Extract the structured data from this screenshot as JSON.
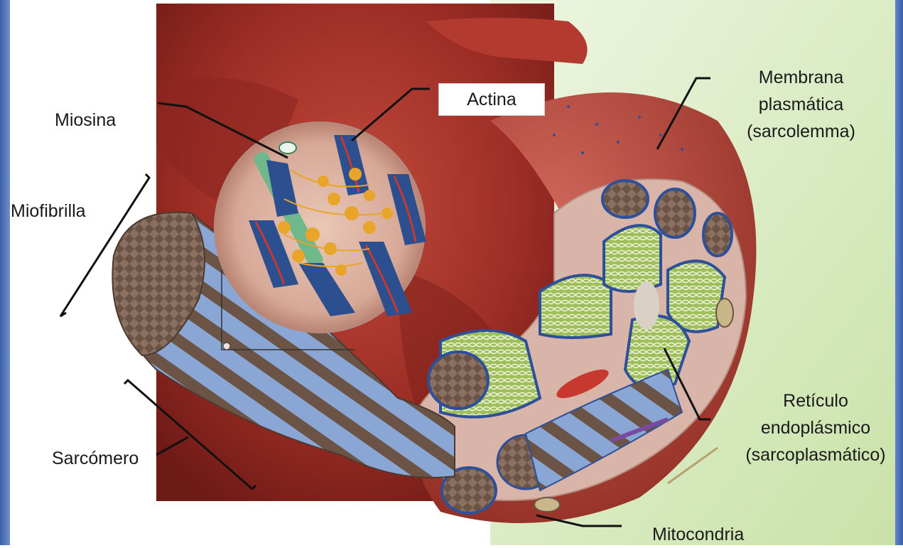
{
  "labels": {
    "miosina": "Miosina",
    "actina": "Actina",
    "membrana_1": "Membrana",
    "membrana_2": "plasmática",
    "membrana_3": "(sarcolemma)",
    "miofibrilla": "Miofibrilla",
    "reticulo_1": "Retículo",
    "reticulo_2": "endoplásmico",
    "reticulo_3": "(sarcoplasmático)",
    "sarcomero": "Sarcómero",
    "mitocondria": "Mitocondria"
  },
  "colors": {
    "heart": "#a3332a",
    "fiber": "#b5473a",
    "sarcoplasm": "#d9b4a8",
    "myofibril_blue": "#8aa6d4",
    "myofibril_brown": "#6b5446",
    "reticulum_green": "#9fbf5a",
    "tubule_blue": "#2e4f9a",
    "myosin_green": "#6fb88c",
    "actin_blue": "#2c4f8f",
    "myosin_head": "#e8a52a",
    "background_green": "#d7ebc0"
  }
}
